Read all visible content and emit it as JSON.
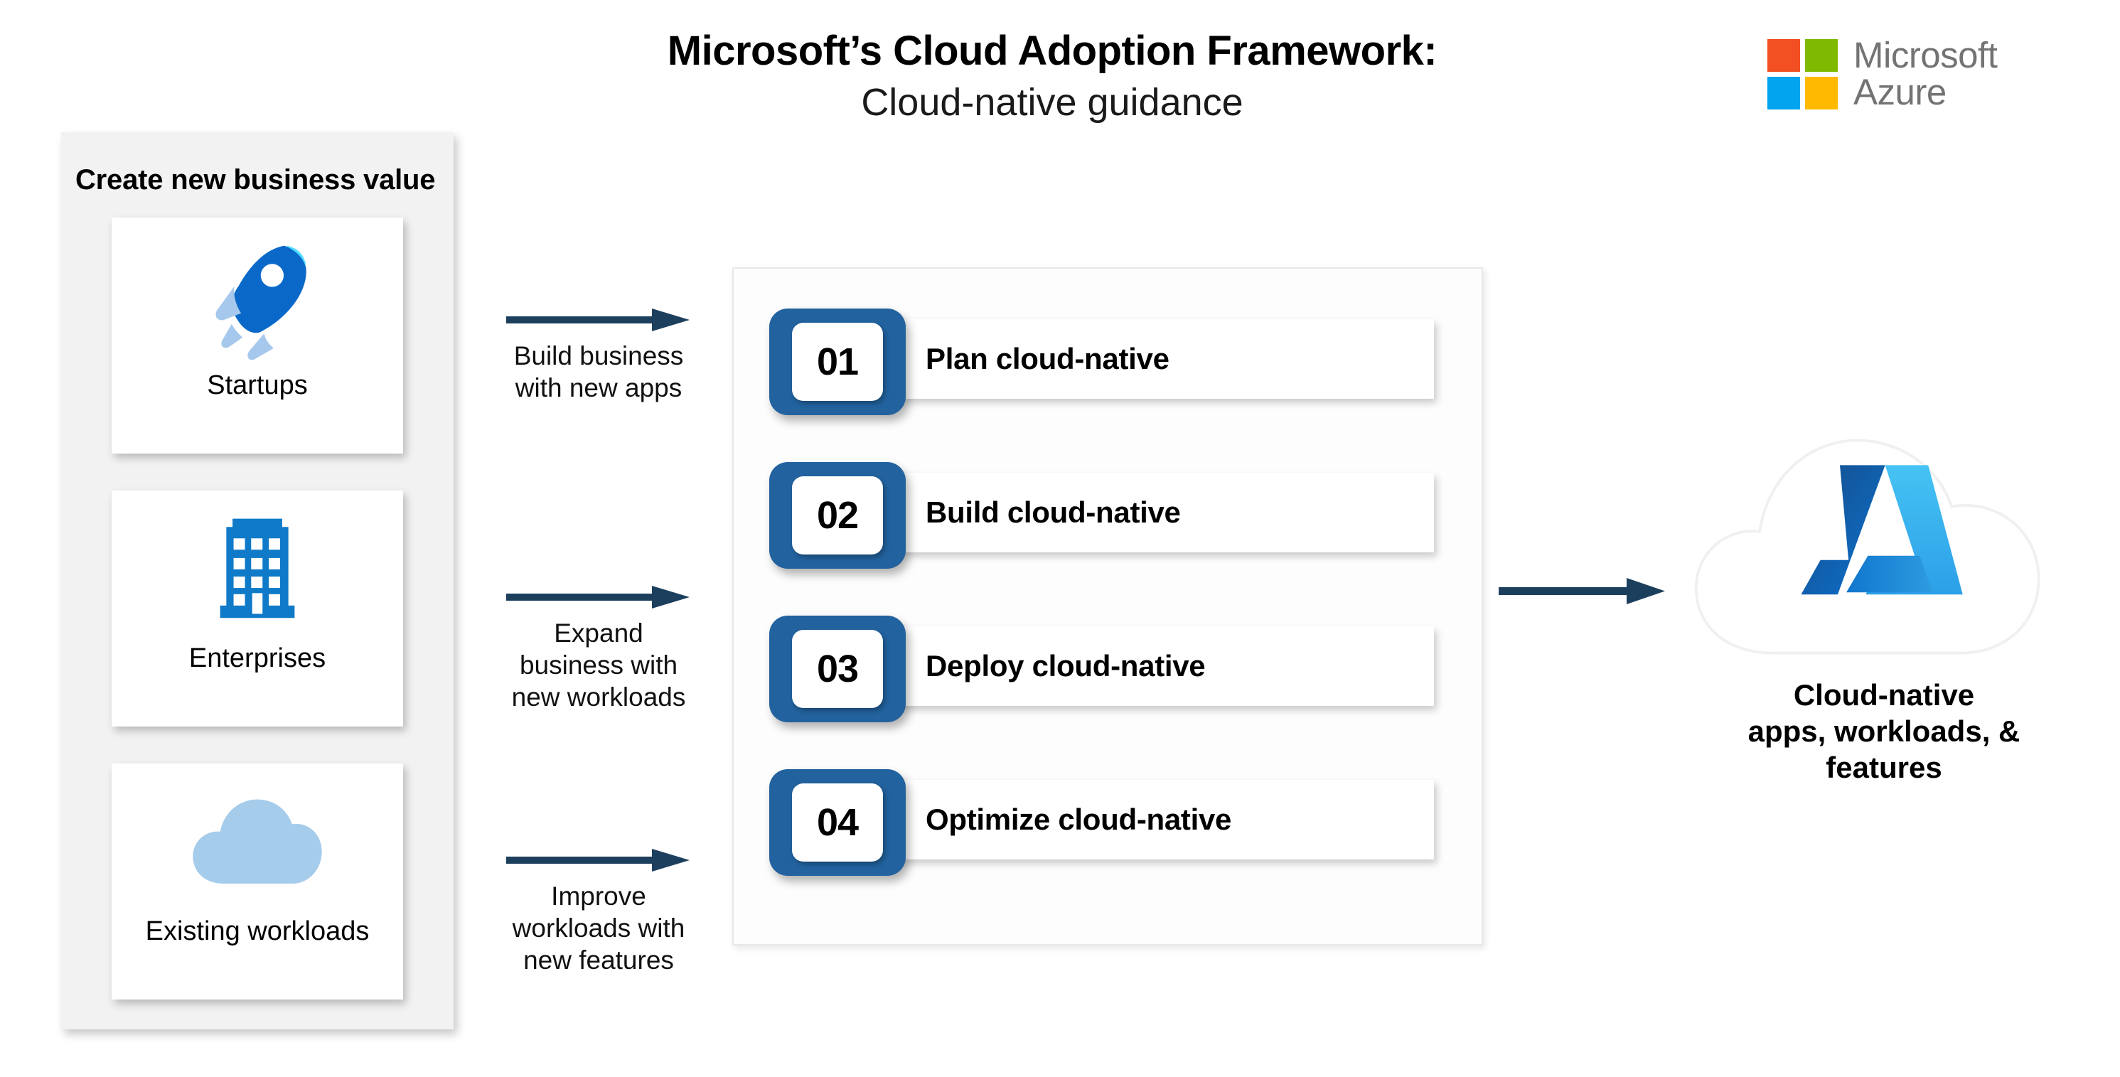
{
  "header": {
    "title_main": "Microsoft’s Cloud Adoption Framework:",
    "title_sub": "Cloud-native guidance",
    "logo": {
      "word_1": "Microsoft",
      "word_2": "Azure",
      "square_red": "#F25022",
      "square_green": "#7FBA00",
      "square_blue": "#00A4EF",
      "square_yellow": "#FFB900"
    }
  },
  "left_panel": {
    "title": "Create new business value",
    "background": "#F2F2F2",
    "cards": [
      {
        "icon": "rocket-icon",
        "label": "Startups"
      },
      {
        "icon": "office-building-icon",
        "label": "Enterprises"
      },
      {
        "icon": "cloud-icon",
        "label": "Existing workloads"
      }
    ]
  },
  "arrows": [
    {
      "caption": "Build business\nwith new apps",
      "color": "#1D3F5E"
    },
    {
      "caption": "Expand\nbusiness with\nnew workloads",
      "color": "#1D3F5E"
    },
    {
      "caption": "Improve\nworkloads with\nnew features",
      "color": "#1D3F5E"
    }
  ],
  "steps_panel": {
    "badge_color": "#22629E",
    "steps": [
      {
        "number": "01",
        "label": "Plan cloud-native",
        "icon": "document-download-icon"
      },
      {
        "number": "02",
        "label": "Build cloud-native",
        "icon": "wrench-refresh-icon"
      },
      {
        "number": "03",
        "label": "Deploy cloud-native",
        "icon": "launch-arrow-icon"
      },
      {
        "number": "04",
        "label": "Optimize cloud-native",
        "icon": "trend-up-gauge-icon"
      }
    ]
  },
  "result": {
    "arrow_color": "#1D3F5E",
    "icon": "azure-cloud-icon",
    "caption_line_1": "Cloud-native",
    "caption_line_2": "apps, workloads, &",
    "caption_line_3": "features"
  }
}
